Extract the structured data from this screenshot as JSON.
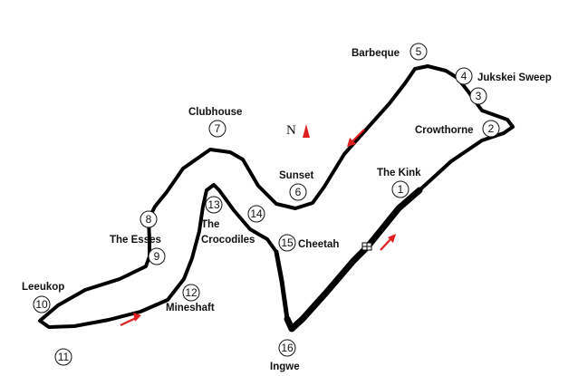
{
  "north_label": "N",
  "colors": {
    "track": "#000000",
    "arrows": "#e02020",
    "background": "#ffffff"
  },
  "corners": [
    {
      "num": "2",
      "name": "Crowthorne"
    },
    {
      "num": "3",
      "name": ""
    },
    {
      "num": "4",
      "name": "Jukskei Sweep"
    },
    {
      "num": "5",
      "name": "Barbeque"
    },
    {
      "num": "6",
      "name": "Sunset"
    },
    {
      "num": "7",
      "name": "Clubhouse"
    },
    {
      "num": "8",
      "name": ""
    },
    {
      "num": "9",
      "name": "The Esses"
    },
    {
      "num": "10",
      "name": "Leeukop"
    },
    {
      "num": "11",
      "name": ""
    },
    {
      "num": "12",
      "name": "Mineshaft"
    },
    {
      "num": "13",
      "name": "The Crocodiles"
    },
    {
      "num": "14",
      "name": ""
    },
    {
      "num": "15",
      "name": "Cheetah"
    },
    {
      "num": "16",
      "name": "Ingwe"
    },
    {
      "num": "1",
      "name": "The Kink"
    }
  ],
  "labels": {
    "barbeque": "Barbeque",
    "jukskei": "Jukskei Sweep",
    "crowthorne": "Crowthorne",
    "clubhouse": "Clubhouse",
    "sunset": "Sunset",
    "kink": "The Kink",
    "esses": "The Esses",
    "crocodiles_1": "The",
    "crocodiles_2": "Crocodiles",
    "cheetah": "Cheetah",
    "leeukop": "Leeukop",
    "mineshaft": "Mineshaft",
    "ingwe": "Ingwe"
  }
}
